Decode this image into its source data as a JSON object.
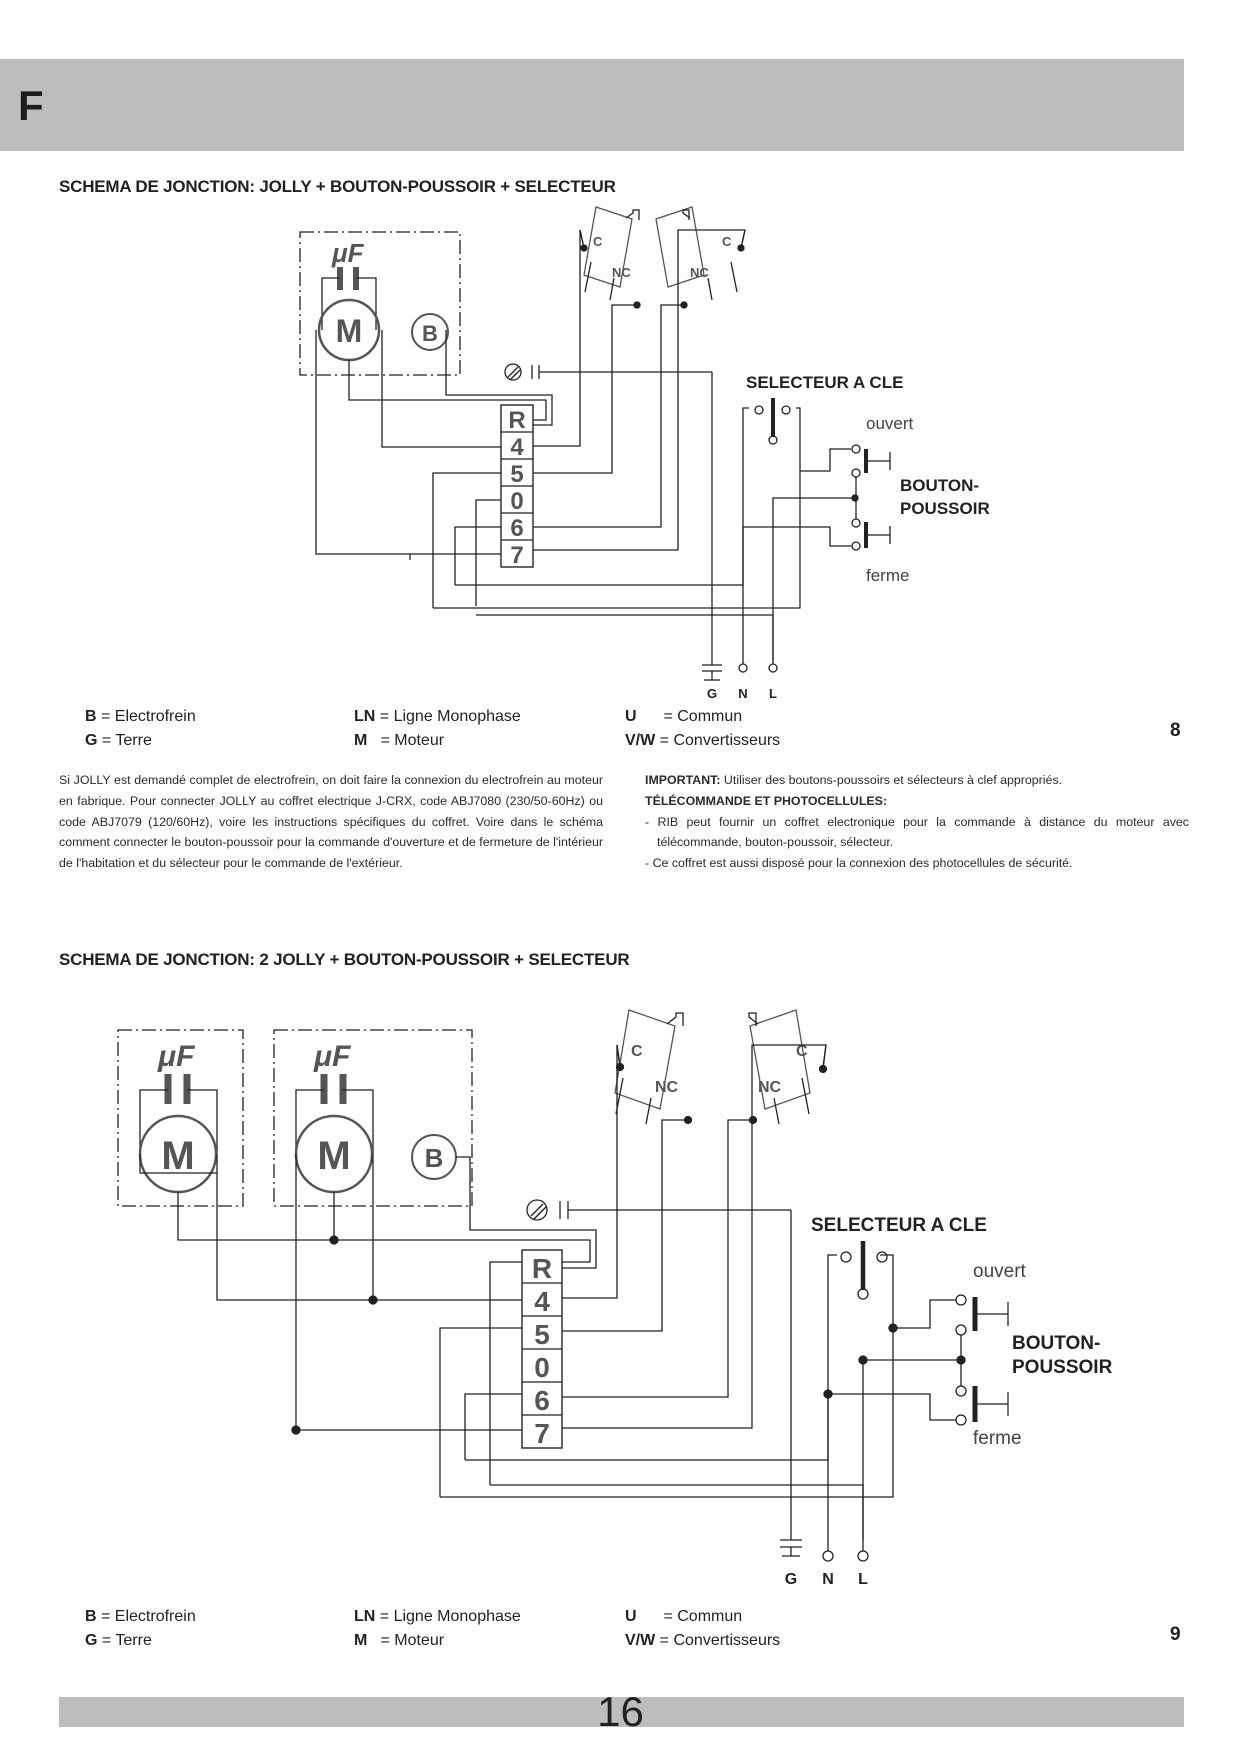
{
  "header": {
    "letter": "F"
  },
  "sections": [
    {
      "title": "SCHEMA DE JONCTION: JOLLY + BOUTON-POUSSOIR + SELECTEUR",
      "figure_number": "8",
      "diagram": {
        "capacitor_label": "μF",
        "motor_label": "M",
        "brake_label": "B",
        "terminal_labels": [
          "R",
          "4",
          "5",
          "0",
          "6",
          "7"
        ],
        "limit_switch_labels": {
          "common": "C",
          "nc": "NC"
        },
        "selector_title": "SELECTEUR A CLE",
        "button_title_line1": "BOUTON-",
        "button_title_line2": "POUSSOIR",
        "open_label": "ouvert",
        "close_label": "ferme",
        "supply_labels": [
          "G",
          "N",
          "L"
        ]
      }
    },
    {
      "title": "SCHEMA DE JONCTION: 2 JOLLY + BOUTON-POUSSOIR + SELECTEUR",
      "figure_number": "9",
      "diagram": {
        "capacitor_label": "μF",
        "motor_label": "M",
        "brake_label": "B",
        "terminal_labels": [
          "R",
          "4",
          "5",
          "0",
          "6",
          "7"
        ],
        "limit_switch_labels": {
          "common": "C",
          "nc": "NC"
        },
        "selector_title": "SELECTEUR A CLE",
        "button_title_line1": "BOUTON-",
        "button_title_line2": "POUSSOIR",
        "open_label": "ouvert",
        "close_label": "ferme",
        "supply_labels": [
          "G",
          "N",
          "L"
        ]
      }
    }
  ],
  "legend": {
    "b": {
      "key": "B",
      "text": "= Electrofrein"
    },
    "g": {
      "key": "G",
      "text": "= Terre"
    },
    "ln": {
      "key": "LN",
      "text": "= Ligne Monophase"
    },
    "m": {
      "key": "M",
      "text": "= Moteur"
    },
    "u": {
      "key": "U",
      "text": "= Commun"
    },
    "vw": {
      "key": "V/W",
      "text": "= Convertisseurs"
    }
  },
  "text_left": "Si JOLLY est demandé complet de electrofrein, on doit faire la connexion du electrofrein au moteur en fabrique. Pour connecter JOLLY au coffret electrique J-CRX, code ABJ7080 (230/50-60Hz) ou code ABJ7079 (120/60Hz), voire les instructions spécifiques du coffret. Voire dans le schéma comment connecter le bouton-poussoir pour la commande d'ouverture et de fermeture de l'intérieur de l'habitation et du sélecteur pour le commande de l'extérieur.",
  "text_right": {
    "important_label": "IMPORTANT:",
    "important_text": " Utiliser des boutons-poussoirs et sélecteurs à clef appropriés.",
    "subtitle": "TÉLÉCOMMANDE ET PHOTOCELLULES:",
    "items": [
      "- RIB peut fournir un coffret electronique pour la commande à distance du moteur avec télécommande, bouton-poussoir, sélecteur.",
      "- Ce coffret est aussi disposé pour la connexion des photocellules de sécurité."
    ]
  },
  "footer": {
    "page_number": "16"
  }
}
